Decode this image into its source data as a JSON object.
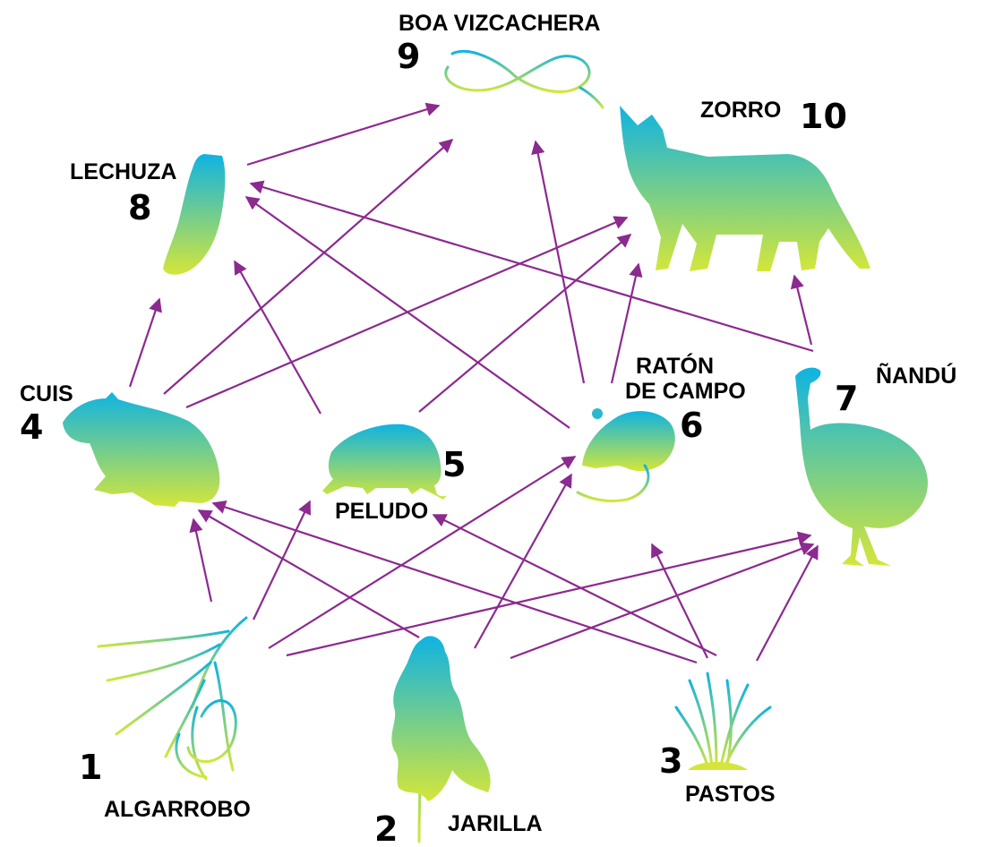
{
  "colors": {
    "arrow": "#8b2a8f",
    "gradient_top": "#0fb3e2",
    "gradient_bottom": "#d4e63a",
    "text": "#000000"
  },
  "nodes": [
    {
      "id": 1,
      "number": "1",
      "name": "ALGARROBO",
      "icon": "algarrobo-tree-icon"
    },
    {
      "id": 2,
      "number": "2",
      "name": "JARILLA",
      "icon": "jarilla-shrub-icon"
    },
    {
      "id": 3,
      "number": "3",
      "name": "PASTOS",
      "icon": "grass-icon"
    },
    {
      "id": 4,
      "number": "4",
      "name": "CUIS",
      "icon": "cavy-icon"
    },
    {
      "id": 5,
      "number": "5",
      "name": "PELUDO",
      "icon": "armadillo-icon"
    },
    {
      "id": 6,
      "number": "6",
      "name_line1": "RATÓN",
      "name_line2": "DE CAMPO",
      "icon": "mouse-icon"
    },
    {
      "id": 7,
      "number": "7",
      "name": "ÑANDÚ",
      "icon": "rhea-icon"
    },
    {
      "id": 8,
      "number": "8",
      "name": "LECHUZA",
      "icon": "owl-icon"
    },
    {
      "id": 9,
      "number": "9",
      "name": "BOA VIZCACHERA",
      "icon": "snake-icon"
    },
    {
      "id": 10,
      "number": "10",
      "name": "ZORRO",
      "icon": "fox-icon"
    }
  ],
  "edges": [
    {
      "from": 1,
      "to": 4
    },
    {
      "from": 1,
      "to": 5
    },
    {
      "from": 1,
      "to": 6
    },
    {
      "from": 1,
      "to": 7
    },
    {
      "from": 2,
      "to": 4
    },
    {
      "from": 2,
      "to": 6
    },
    {
      "from": 2,
      "to": 7
    },
    {
      "from": 3,
      "to": 4
    },
    {
      "from": 3,
      "to": 5
    },
    {
      "from": 3,
      "to": 6
    },
    {
      "from": 3,
      "to": 7
    },
    {
      "from": 4,
      "to": 8
    },
    {
      "from": 4,
      "to": 9
    },
    {
      "from": 4,
      "to": 10
    },
    {
      "from": 5,
      "to": 8
    },
    {
      "from": 5,
      "to": 10
    },
    {
      "from": 6,
      "to": 8
    },
    {
      "from": 6,
      "to": 9
    },
    {
      "from": 6,
      "to": 10
    },
    {
      "from": 7,
      "to": 8
    },
    {
      "from": 7,
      "to": 10
    },
    {
      "from": 8,
      "to": 9
    }
  ]
}
